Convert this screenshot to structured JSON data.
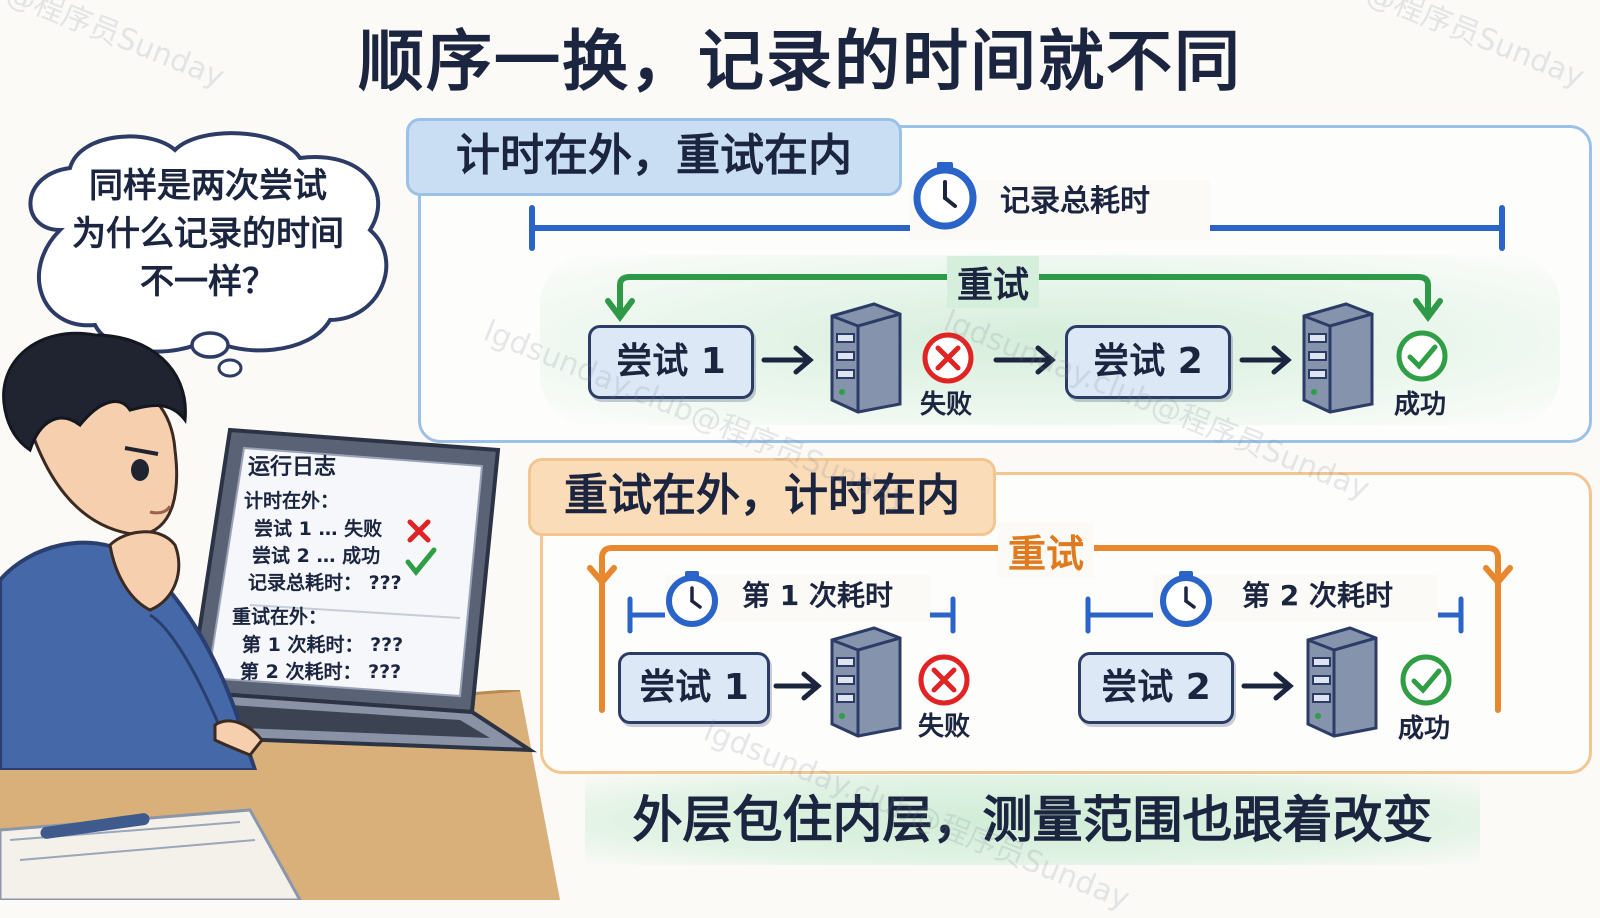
{
  "title": "顺序一换，记录的时间就不同",
  "thought_bubble": {
    "line1": "同样是两次尝试",
    "line2": "为什么记录的时间",
    "line3": "不一样？"
  },
  "laptop_log": {
    "title": "运行日志",
    "section1_heading": "计时在外：",
    "attempt1_line": "尝试 1 … 失败",
    "attempt2_line": "尝试 2 … 成功",
    "total_time_line": "记录总耗时： ???",
    "section2_heading": "重试在外：",
    "time1_line": "第 1 次耗时： ???",
    "time2_line": "第 2 次耗时： ???"
  },
  "section_timing_outside": {
    "tag": "计时在外，重试在内",
    "timer_label": "记录总耗时",
    "retry_label": "重试",
    "attempt1": "尝试 1",
    "attempt2": "尝试 2",
    "fail_label": "失败",
    "success_label": "成功"
  },
  "section_retry_outside": {
    "tag": "重试在外，计时在内",
    "retry_label": "重试",
    "timer1_label": "第 1 次耗时",
    "timer2_label": "第 2 次耗时",
    "attempt1": "尝试 1",
    "attempt2": "尝试 2",
    "fail_label": "失败",
    "success_label": "成功"
  },
  "conclusion": "外层包住内层，测量范围也跟着改变",
  "watermarks": {
    "w1": "@程序员Sunday",
    "w2": "lgdsunday.club@程序员Sunday"
  },
  "colors": {
    "blue_section": "#9cc1e8",
    "blue_line": "#2a64c8",
    "green_arrow": "#2e9a48",
    "orange_section": "#f2c690",
    "orange_line": "#e8872e",
    "fail_red": "#e02424",
    "success_green": "#2f9e45"
  }
}
